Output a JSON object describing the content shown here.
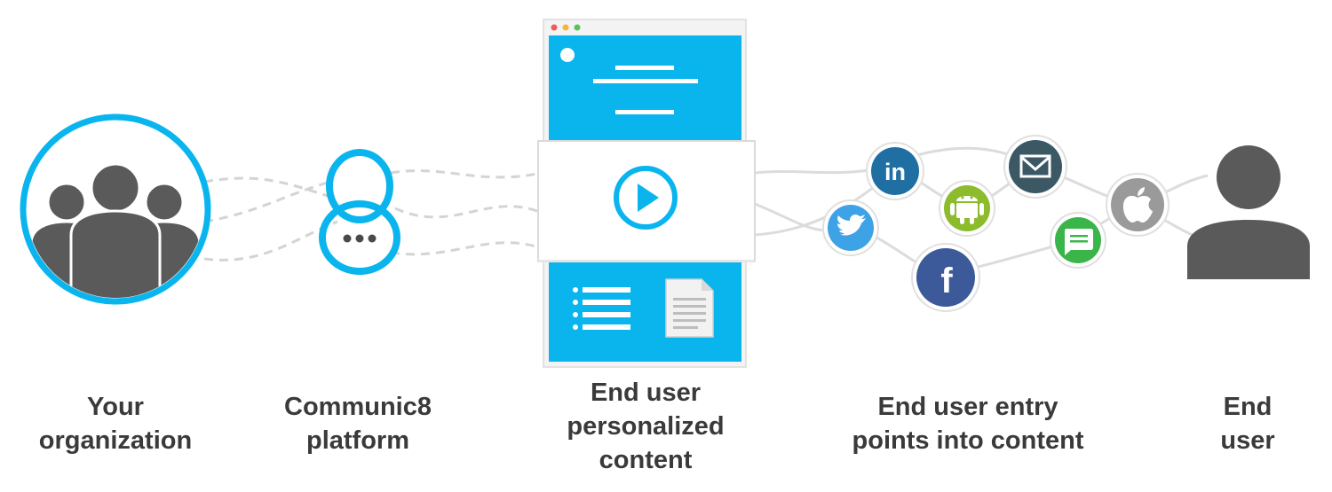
{
  "labels": {
    "organization": [
      "Your",
      "organization"
    ],
    "platform": [
      "Communic8",
      "platform"
    ],
    "content": [
      "End user",
      "personalized",
      "content"
    ],
    "entry_points": [
      "End user entry",
      "points into content"
    ],
    "end_user": [
      "End",
      "user"
    ]
  },
  "platform_logo_glyph": "8",
  "entry_point_icons": [
    {
      "name": "linkedin-icon",
      "glyph": "in",
      "color": "#1f6fa3"
    },
    {
      "name": "twitter-icon",
      "glyph": "",
      "color": "#3ea2e6"
    },
    {
      "name": "android-icon",
      "glyph": "",
      "color": "#8cbc2c"
    },
    {
      "name": "facebook-icon",
      "glyph": "f",
      "color": "#3c5a9a"
    },
    {
      "name": "email-icon",
      "glyph": "",
      "color": "#3c5865"
    },
    {
      "name": "sms-icon",
      "glyph": "",
      "color": "#3ab54a"
    },
    {
      "name": "apple-icon",
      "glyph": "",
      "color": "#9a9a9a"
    }
  ],
  "colors": {
    "accent": "#0ab5ee",
    "avatar": "#5a5a5a",
    "text": "#3a3a3a"
  }
}
